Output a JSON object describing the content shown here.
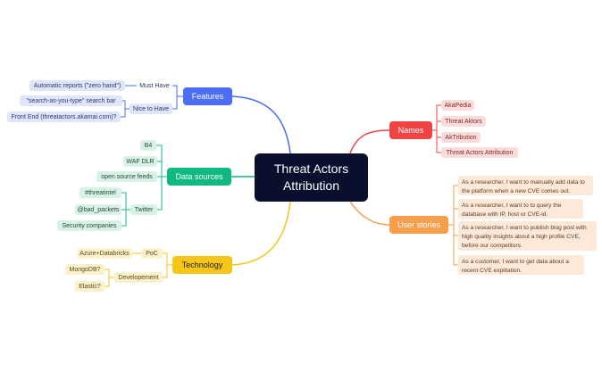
{
  "root": {
    "line1": "Threat Actors",
    "line2": "Attribution"
  },
  "features": {
    "label": "Features",
    "must_have": {
      "label": "Must Have",
      "items": [
        "Automatic reports (\"zero hand\")"
      ]
    },
    "nice_to_have": {
      "label": "Nice to Have",
      "items": [
        "\"search-as-you-type\" search bar",
        "Front End (threatactors.akamai.com)?"
      ]
    }
  },
  "data_sources": {
    "label": "Data sources",
    "items": [
      "B4",
      "WAF DLR",
      "open source feeds"
    ],
    "twitter": {
      "label": "Twitter",
      "items": [
        "#threatintel",
        "@bad_packets",
        "Security companies"
      ]
    }
  },
  "technology": {
    "label": "Technology",
    "poc": {
      "label": "PoC",
      "items": [
        "Azure+Databricks"
      ]
    },
    "development": {
      "label": "Developement",
      "items": [
        "MongoDB?",
        "Elastic?"
      ]
    }
  },
  "names": {
    "label": "Names",
    "items": [
      "AkaPedia",
      "Threat Aktors",
      "AkTribution",
      "Threat Actors Attribution"
    ]
  },
  "user_stories": {
    "label": "User stories",
    "items": [
      "As a researcher, I want to manually add data to the platform when a new CVE comes out.",
      "As a researcher, I want to to query the database with IP, host or CVE-id.",
      "As a researcher, I want to publish blog post with high quality insights about a high profile CVE, before our competitors.",
      "As a customer, I want to get data about a recent CVE explitation."
    ]
  },
  "colors": {
    "root": "#0b0f2e",
    "features": "#4a6cf7",
    "data_sources": "#10b981",
    "technology": "#f5c518",
    "names": "#ef4444",
    "user_stories": "#f59e4b"
  }
}
